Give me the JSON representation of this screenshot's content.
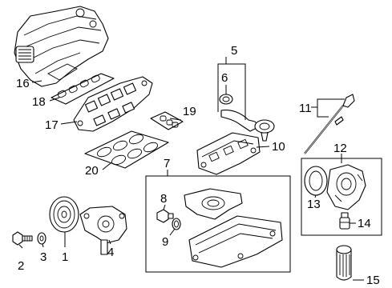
{
  "diagram": {
    "callouts": [
      {
        "id": "1",
        "part": "crankshaft-pulley"
      },
      {
        "id": "2",
        "part": "pulley-bolt"
      },
      {
        "id": "3",
        "part": "washer"
      },
      {
        "id": "4",
        "part": "oil-pump"
      },
      {
        "id": "5",
        "part": "pcv-tube-assembly"
      },
      {
        "id": "6",
        "part": "o-ring"
      },
      {
        "id": "7",
        "part": "oil-pan-group"
      },
      {
        "id": "8",
        "part": "drain-plug"
      },
      {
        "id": "9",
        "part": "drain-plug-gasket"
      },
      {
        "id": "10",
        "part": "valve-cover"
      },
      {
        "id": "11",
        "part": "oil-dipstick"
      },
      {
        "id": "12",
        "part": "oil-filter-housing-group"
      },
      {
        "id": "13",
        "part": "housing-gasket"
      },
      {
        "id": "14",
        "part": "oil-pressure-sender"
      },
      {
        "id": "15",
        "part": "oil-filter"
      },
      {
        "id": "16",
        "part": "upper-intake-manifold"
      },
      {
        "id": "17",
        "part": "lower-intake-manifold"
      },
      {
        "id": "18",
        "part": "upper-manifold-gasket"
      },
      {
        "id": "19",
        "part": "small-gasket-set"
      },
      {
        "id": "20",
        "part": "lower-manifold-gasket"
      }
    ]
  }
}
